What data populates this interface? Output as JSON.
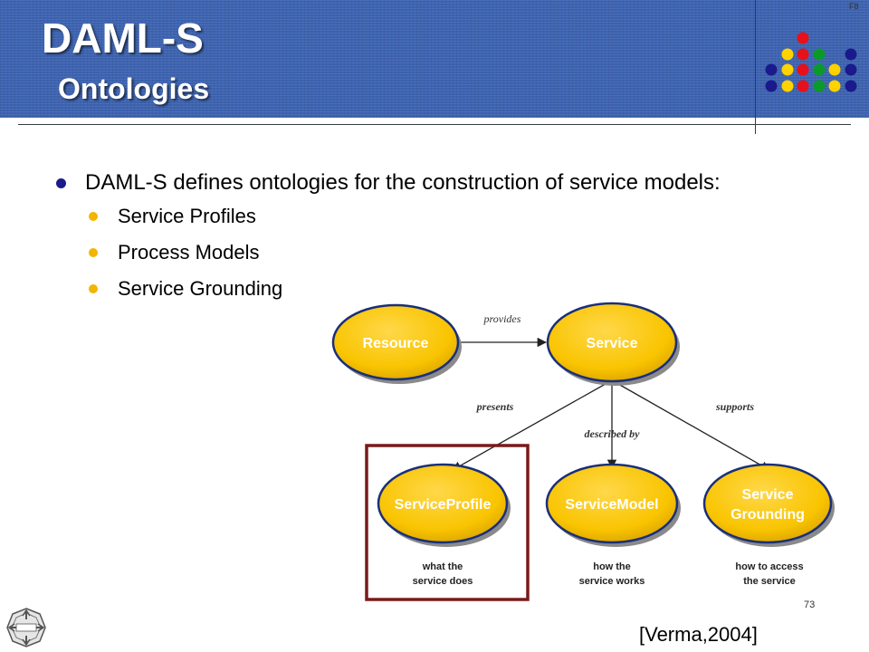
{
  "slide": {
    "title": "DAML-S",
    "subtitle": "Ontologies",
    "page_number": "73",
    "citation": "[Verma,2004]",
    "corner_mark": "F8",
    "accent_color": "#3d63b0"
  },
  "bullets": {
    "main": "DAML-S defines ontologies for the construction of service models:",
    "sub": [
      "Service Profiles",
      "Process Models",
      "Service Grounding"
    ]
  },
  "diagram": {
    "nodes": {
      "resource": "Resource",
      "service": "Service",
      "service_profile": "ServiceProfile",
      "service_model": "ServiceModel",
      "service_grounding": [
        "Service",
        "Grounding"
      ]
    },
    "edges": {
      "provides": "provides",
      "presents": "presents",
      "described_by": "described by",
      "supports": "supports"
    },
    "descriptions": {
      "profile": [
        "what the",
        "service does"
      ],
      "model": [
        "how the",
        "service works"
      ],
      "grounding": [
        "how to access",
        "the service"
      ]
    },
    "node_color": "#f9c400",
    "highlight_color": "#7a1a1a"
  }
}
